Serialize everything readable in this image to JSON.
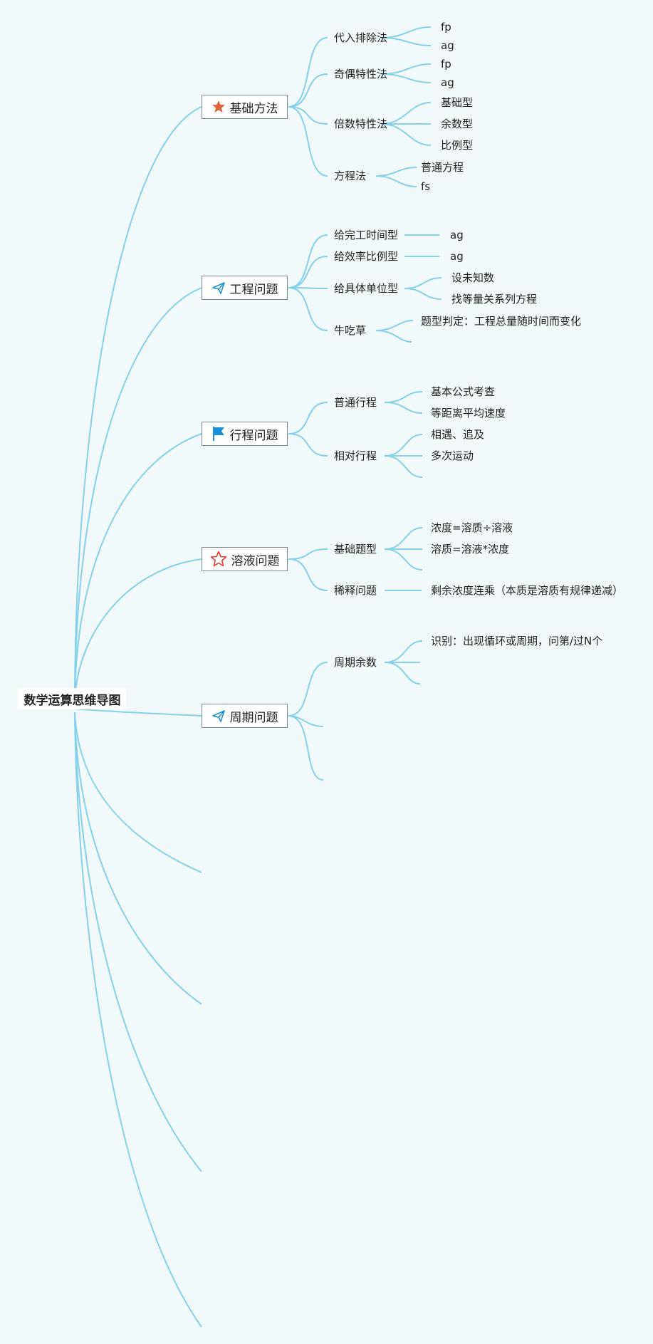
{
  "root": "数学运算思维导图",
  "colors": {
    "link": "#86d0ec",
    "background": "#f1f9fb",
    "star_orange": "#e0653a",
    "star_red": "#e63b2e",
    "flag": "#1a8fd8",
    "plane": "#1a8fd8"
  },
  "topics": [
    {
      "label": "基础方法",
      "icon": "filled-star-icon"
    },
    {
      "label": "工程问题",
      "icon": "paper-plane-icon"
    },
    {
      "label": "行程问题",
      "icon": "blue-flag-icon"
    },
    {
      "label": "溶液问题",
      "icon": "outline-star-icon"
    },
    {
      "label": "周期问题",
      "icon": "paper-plane-icon"
    }
  ],
  "subs": [
    "代入排除法",
    "奇偶特性法",
    "倍数特性法",
    "方程法",
    "给完工时间型",
    "给效率比例型",
    "给具体单位型",
    "牛吃草",
    "普通行程",
    "相对行程",
    "基础题型",
    "稀释问题",
    "周期余数"
  ],
  "leaves": [
    "fp",
    "ag",
    "fp",
    "ag",
    "基础型",
    "余数型",
    "比例型",
    "普通方程",
    "fs",
    "ag",
    "ag",
    "设未知数",
    "找等量关系列方程",
    "题型判定：工程总量随时间而变化",
    "基本公式考查",
    "等距离平均速度",
    "相遇、追及",
    "多次运动",
    "浓度=溶质÷溶液",
    "溶质=溶液*浓度",
    "剩余浓度连乘（本质是溶质有规律递减）",
    "识别：出现循环或周期，问第/过N个"
  ]
}
